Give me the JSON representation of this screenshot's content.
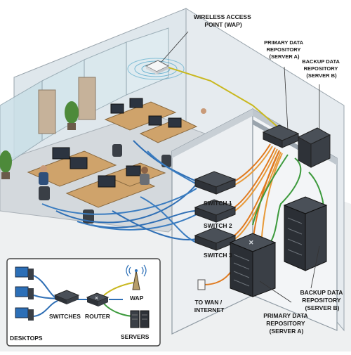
{
  "callouts": {
    "wap": [
      "WIRELESS ACCESS",
      "POINT (WAP)"
    ],
    "primary_top": [
      "PRIMARY DATA",
      "REPOSITORY",
      "(SERVER A)"
    ],
    "backup_top": [
      "BACKUP DATA",
      "REPOSITORY",
      "(SERVER B)"
    ],
    "switch1": "SWITCH 1",
    "switch2": "SWITCH 2",
    "switch3": "SWITCH 3",
    "to_wan": [
      "TO WAN /",
      "INTERNET"
    ],
    "primary_bottom": [
      "PRIMARY DATA",
      "REPOSITORY",
      "(SERVER A)"
    ],
    "backup_bottom": [
      "BACKUP DATA",
      "REPOSITORY",
      "(SERVER B)"
    ]
  },
  "legend": {
    "desktops": "DESKTOPS",
    "switches": "SWITCHES",
    "router": "ROUTER",
    "wap": "WAP",
    "servers": "SERVERS"
  },
  "colors": {
    "ethernet": "#2f6fb5",
    "fiber_orange": "#e07a1f",
    "fiber_green": "#3c9a3c",
    "wap_cable": "#c9b820",
    "wall": "#e9edf0",
    "floor": "#dcdfe2",
    "glass": "#cfe3ea"
  }
}
